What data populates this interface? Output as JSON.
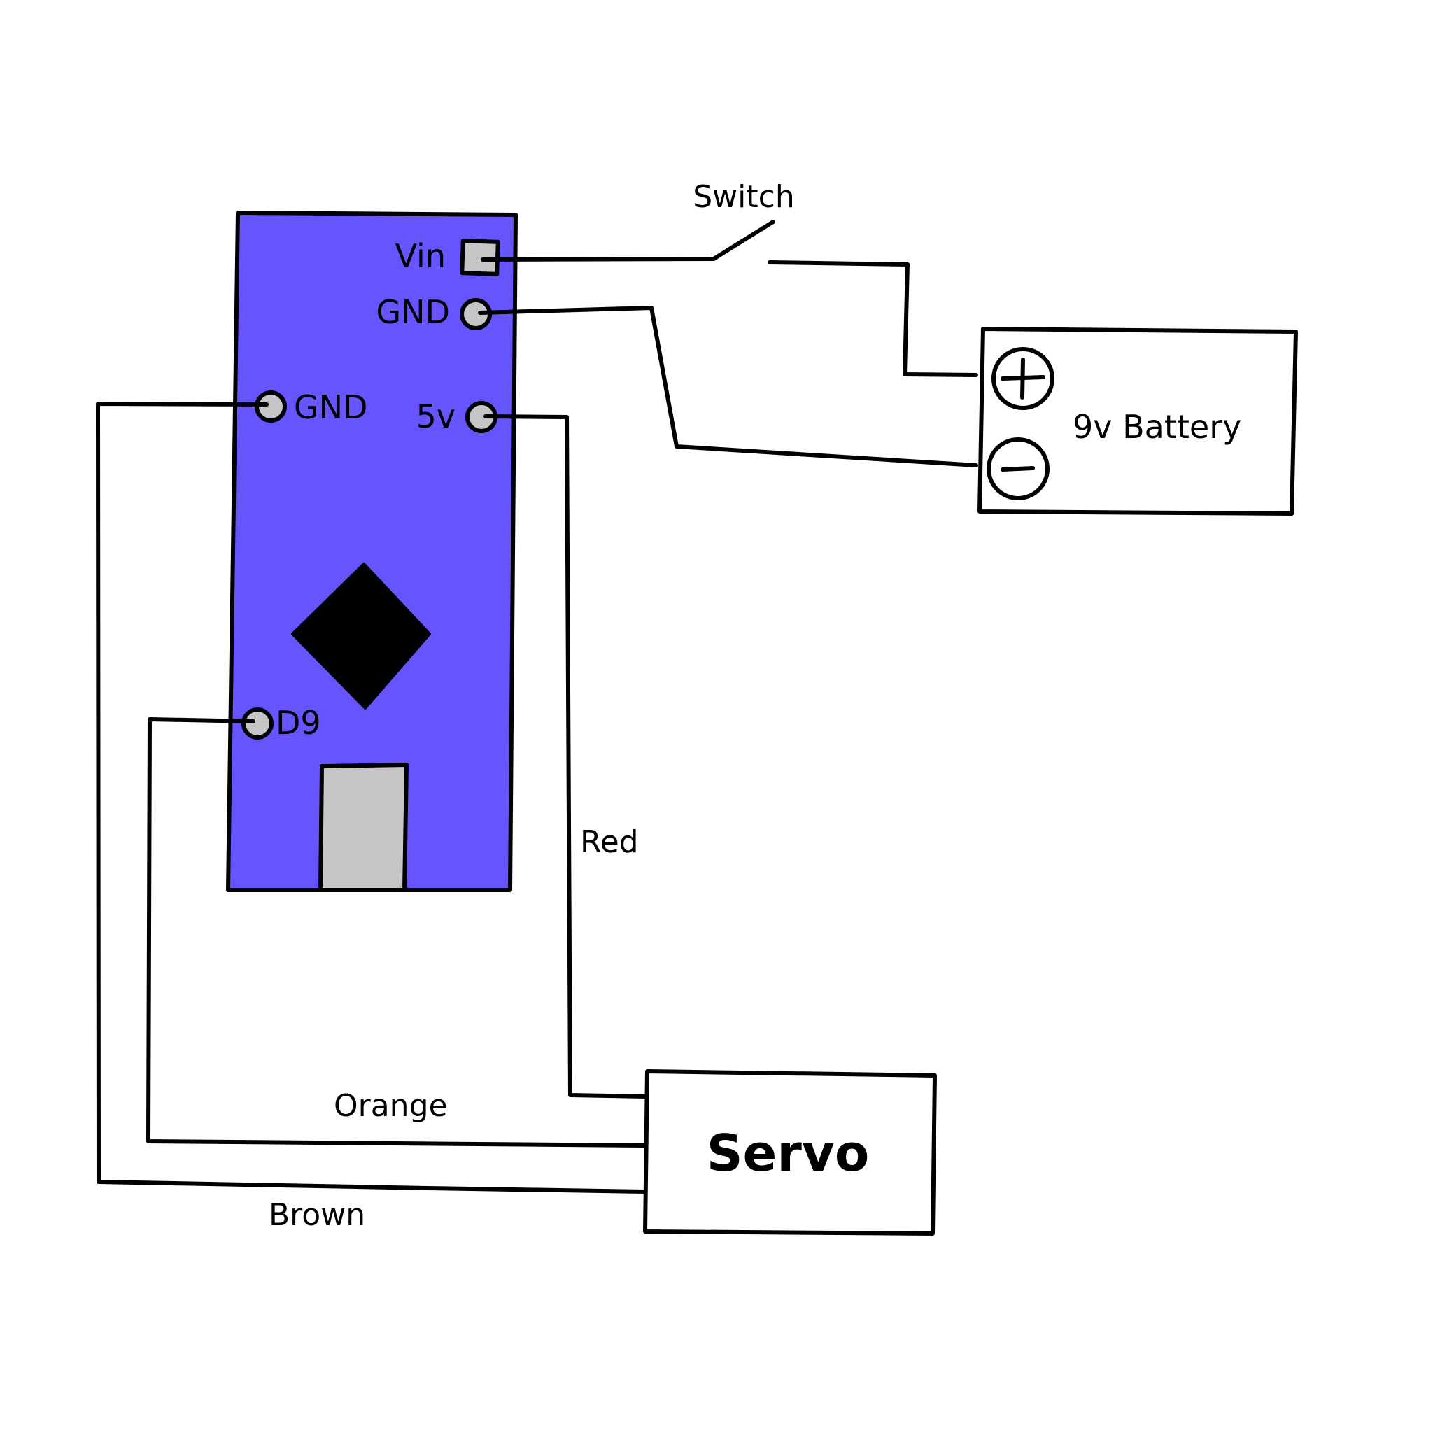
{
  "board": {
    "pins": {
      "vin": "Vin",
      "gnd_top": "GND",
      "gnd_left": "GND",
      "v5": "5v",
      "d9": "D9"
    }
  },
  "switch": {
    "label": "Switch"
  },
  "battery": {
    "label": "9v Battery",
    "positive_symbol": "+",
    "negative_symbol": "−"
  },
  "servo": {
    "label": "Servo"
  },
  "wires": {
    "red": "Red",
    "orange": "Orange",
    "brown": "Brown"
  },
  "colors": {
    "board": "#6655ff",
    "pin": "#c6c6c6",
    "outline": "#000000",
    "background": "#ffffff"
  },
  "icons": {
    "chip": "diamond-chip-icon",
    "usb_port": "usb-port-icon",
    "battery_positive": "plus-circle-icon",
    "battery_negative": "minus-circle-icon"
  }
}
